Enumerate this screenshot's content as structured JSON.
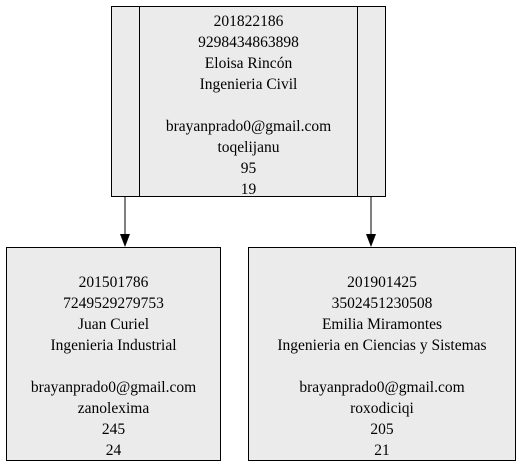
{
  "tree": {
    "root": {
      "lines": [
        "201822186",
        "9298434863898",
        "Eloisa Rincón",
        "Ingenieria Civil",
        "",
        "brayanprado0@gmail.com",
        "toqelijanu",
        "95",
        "19"
      ]
    },
    "left": {
      "lines": [
        "201501786",
        "7249529279753",
        "Juan Curiel",
        "Ingenieria Industrial",
        "",
        "brayanprado0@gmail.com",
        "zanolexima",
        "245",
        "24"
      ]
    },
    "right": {
      "lines": [
        "201901425",
        "3502451230508",
        "Emilia Miramontes",
        "Ingenieria en Ciencias y Sistemas",
        "",
        "brayanprado0@gmail.com",
        "roxodiciqi",
        "205",
        "21"
      ]
    }
  },
  "colors": {
    "node_fill": "#ebebeb",
    "stroke": "#000000"
  }
}
